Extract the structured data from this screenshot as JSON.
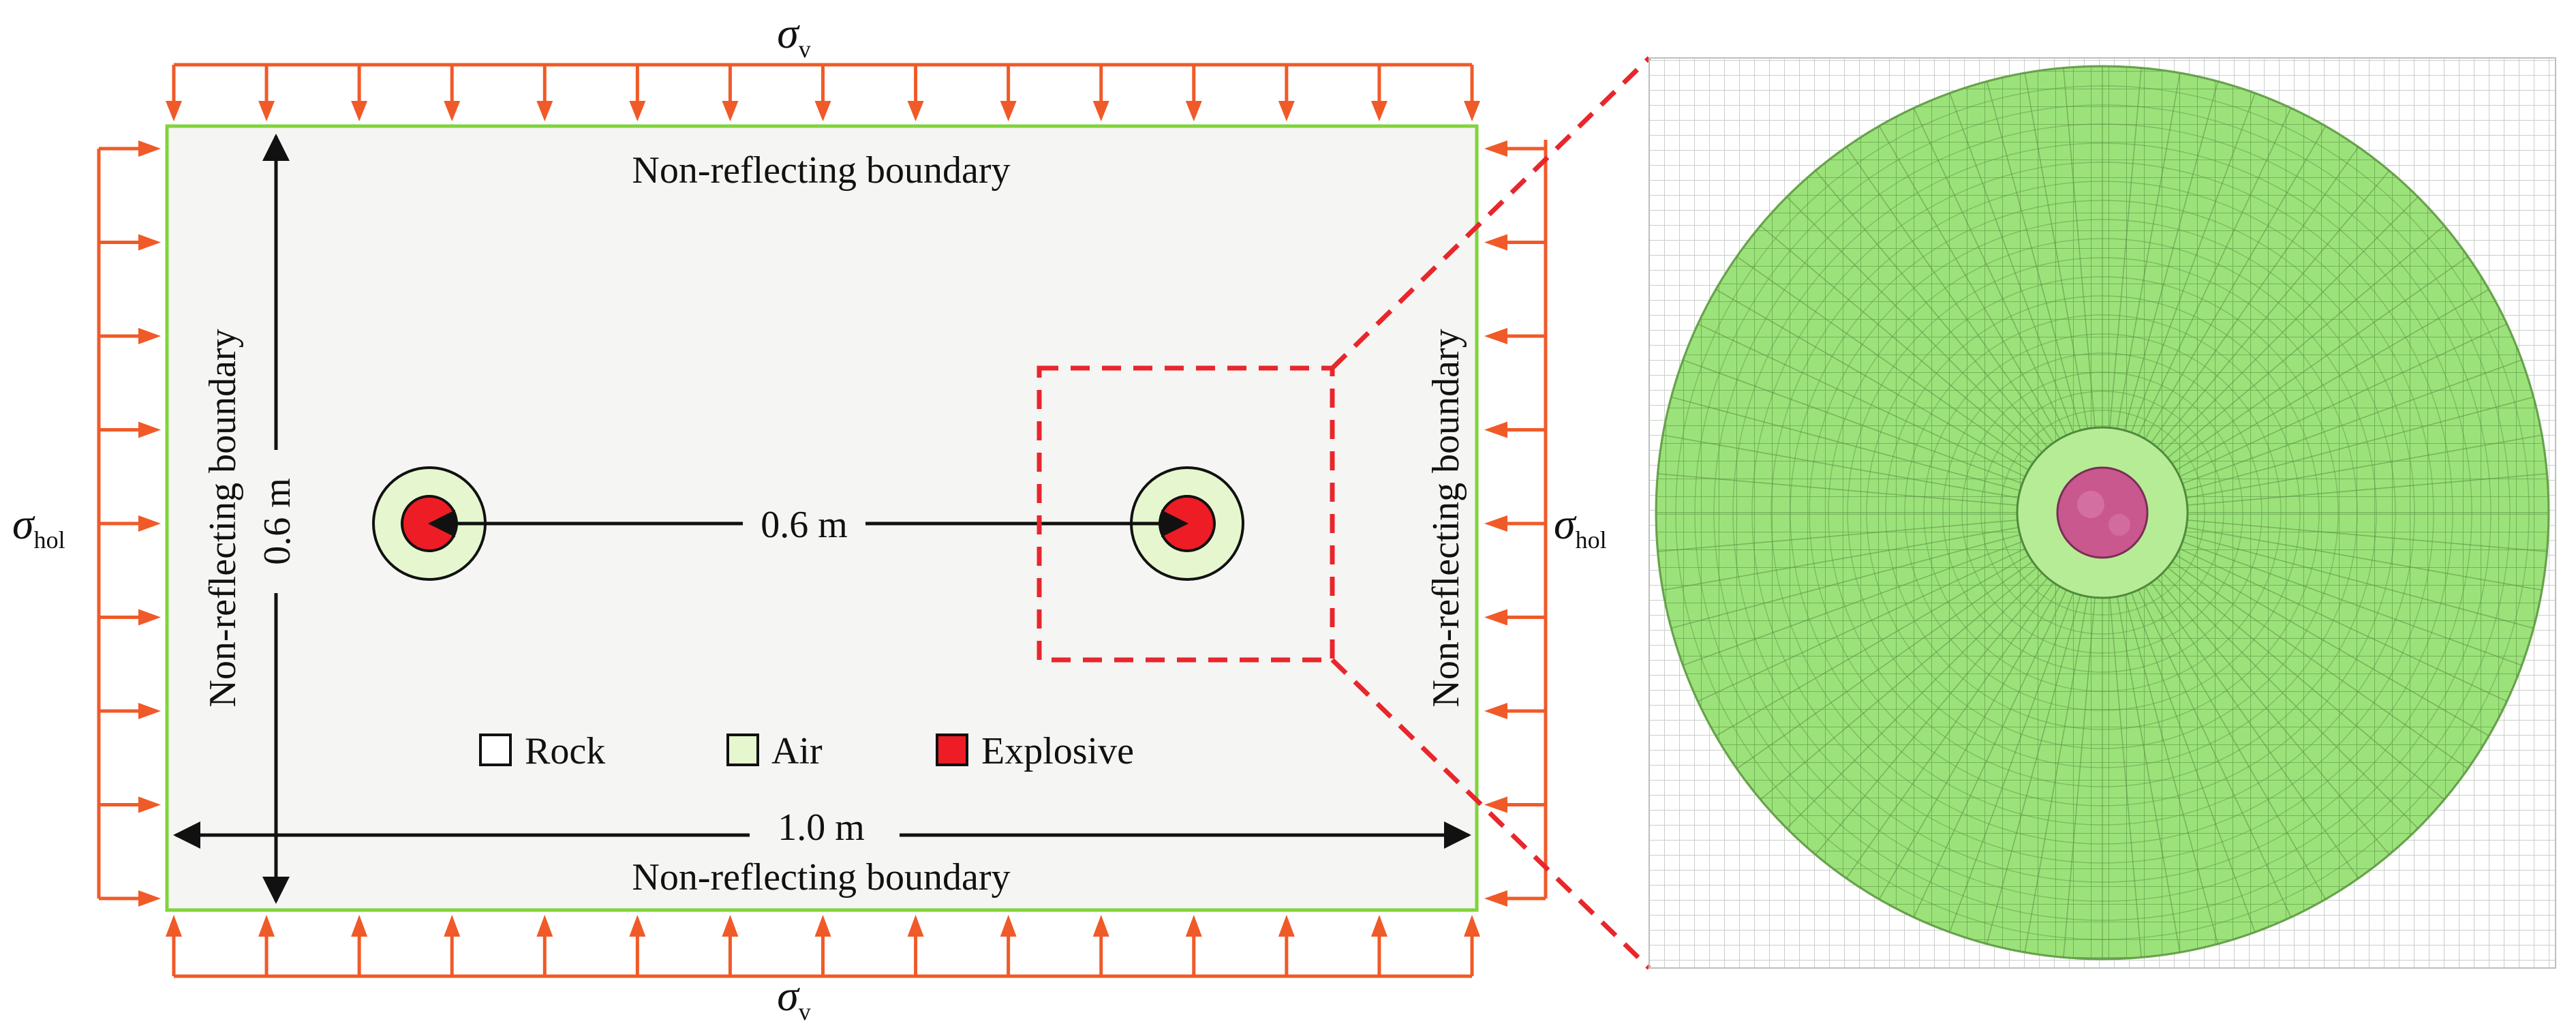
{
  "domain_view": "blast model schematic with mesh detail",
  "labels": {
    "boundary_top": "Non-reflecting boundary",
    "boundary_bottom": "Non-reflecting boundary",
    "boundary_left": "Non-reflecting boundary",
    "boundary_right": "Non-reflecting boundary",
    "height_dim": "0.6 m",
    "width_dim": "1.0 m",
    "spacing_dim": "0.6 m"
  },
  "stresses": {
    "top": {
      "symbol": "σ",
      "subscript": "v"
    },
    "bottom": {
      "symbol": "σ",
      "subscript": "v"
    },
    "left": {
      "symbol": "σ",
      "subscript": "hol"
    },
    "right": {
      "symbol": "σ",
      "subscript": "hol"
    }
  },
  "legend": [
    {
      "label": "Rock",
      "color": "#ffffff"
    },
    {
      "label": "Air",
      "color": "#e6f7cf"
    },
    {
      "label": "Explosive",
      "color": "#ee1c24"
    }
  ],
  "colors": {
    "boundary": "#7fd43a",
    "load_arrow": "#f05a28",
    "zoom_box": "#e8262c",
    "domain_fill": "#f5f5f3",
    "mesh_green": "#9be27a",
    "explosive_mesh": "#c9588f"
  }
}
